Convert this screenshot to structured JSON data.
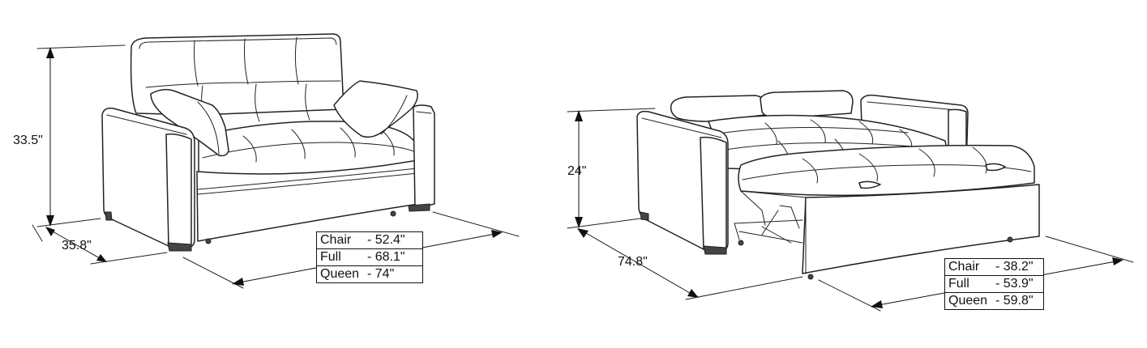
{
  "sofa": {
    "height_label": "33.5\"",
    "depth_label": "35.8\"",
    "widths": [
      {
        "name": "Chair",
        "value": "- 52.4\""
      },
      {
        "name": "Full",
        "value": "- 68.1\""
      },
      {
        "name": "Queen",
        "value": "- 74\""
      }
    ]
  },
  "bed": {
    "height_label": "24\"",
    "depth_label": "74.8\"",
    "widths": [
      {
        "name": "Chair",
        "value": "- 38.2\""
      },
      {
        "name": "Full",
        "value": "- 53.9\""
      },
      {
        "name": "Queen",
        "value": "- 59.8\""
      }
    ]
  }
}
